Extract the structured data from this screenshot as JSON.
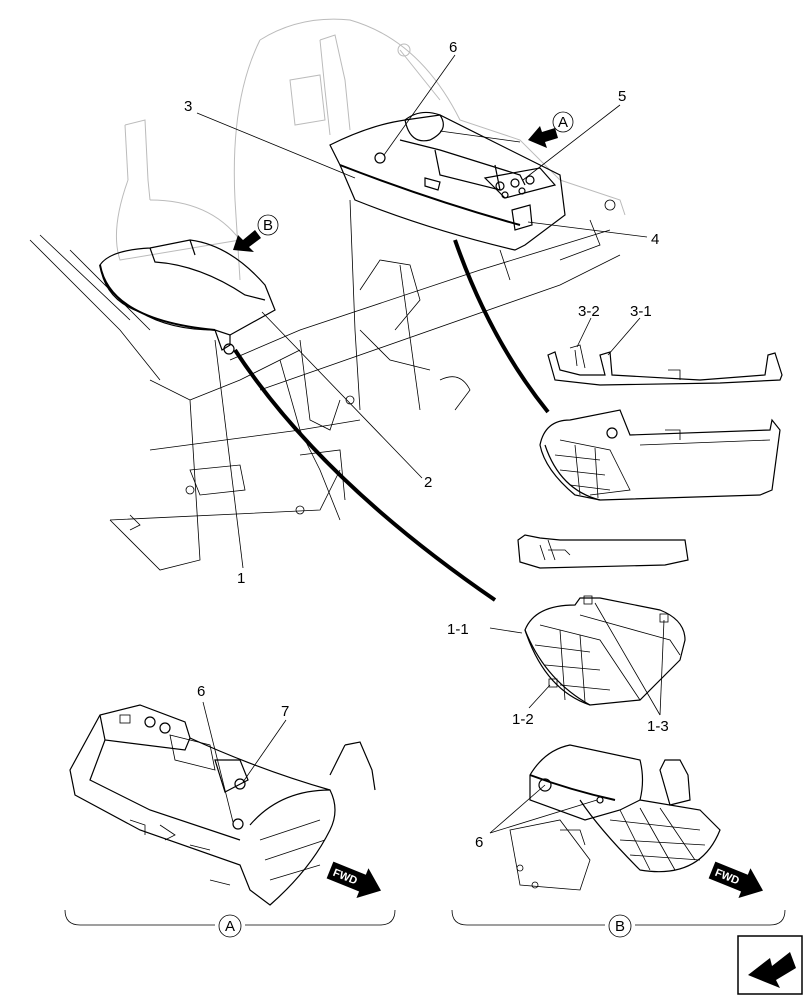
{
  "callouts": {
    "c1": "1",
    "c1_1": "1-1",
    "c1_2": "1-2",
    "c1_3": "1-3",
    "c2": "2",
    "c3": "3",
    "c3_1": "3-1",
    "c3_2": "3-2",
    "c4": "4",
    "c5": "5",
    "c6_top": "6",
    "c6_detail_a": "6",
    "c6_detail_b": "6",
    "c7": "7"
  },
  "views": {
    "a_marker": "A",
    "b_marker": "B",
    "a_caption": "A",
    "b_caption": "B"
  },
  "direction": {
    "fwd_a": "FWD",
    "fwd_b": "FWD"
  },
  "icons": [
    "view-arrow-icon",
    "fwd-arrow-icon",
    "next-page-icon"
  ]
}
